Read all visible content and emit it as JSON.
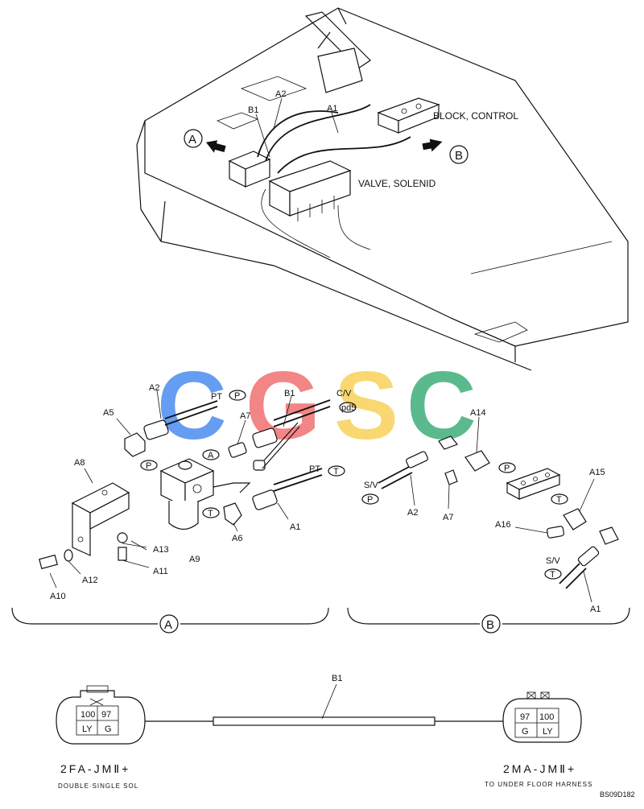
{
  "callouts": {
    "top_a1": "A1",
    "top_a2": "A2",
    "top_b1": "B1",
    "block_control": "BLOCK, CONTROL",
    "valve_solenid": "VALVE, SOLENID",
    "view_a": "A",
    "view_b": "B"
  },
  "detail_a": {
    "a2": "A2",
    "pt_p": "PT",
    "b1": "B1",
    "cv": "C/V",
    "pd5": "pd5",
    "a5": "A5",
    "a7": "A7",
    "a8": "A8",
    "pt_t": "PT",
    "a1": "A1",
    "a6": "A6",
    "a9": "A9",
    "a13": "A13",
    "a11": "A11",
    "a12": "A12",
    "a10": "A10",
    "port_p1": "P",
    "port_p2": "P",
    "port_a": "A",
    "port_t1": "T",
    "port_t2": "T"
  },
  "detail_b": {
    "a14": "A14",
    "sv_p": "S/V",
    "port_p1": "P",
    "port_p2": "P",
    "a2": "A2",
    "a7": "A7",
    "a15": "A15",
    "port_t1": "T",
    "a16": "A16",
    "sv_t": "S/V",
    "port_t2": "T",
    "a1": "A1"
  },
  "bracket_labels": {
    "a": "A",
    "b": "B"
  },
  "harness": {
    "wire_label": "B1",
    "left_connector": {
      "pin1_num": "100",
      "pin1_color": "LY",
      "pin2_num": "97",
      "pin2_color": "G"
    },
    "right_connector": {
      "pin1_num": "97",
      "pin1_color": "G",
      "pin2_num": "100",
      "pin2_color": "LY"
    },
    "left_name": "2FA-JMⅡ+",
    "left_desc": "DOUBLE·SINGLE SOL",
    "right_name": "2MA-JMⅡ+",
    "right_desc": "TO UNDER FLOOR HARNESS"
  },
  "watermark": {
    "letters": [
      "C",
      "G",
      "S",
      "C"
    ],
    "colors": [
      "#4a8cf0",
      "#f07070",
      "#f8d25a",
      "#3fae7a"
    ]
  },
  "drawing_code": "BS09D182"
}
